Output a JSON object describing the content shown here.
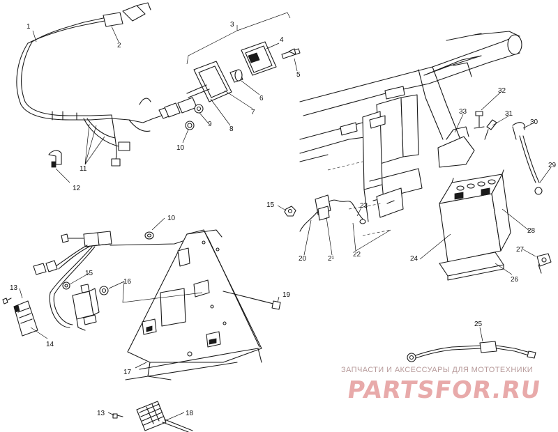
{
  "watermark": {
    "caption": "ЗАПЧАСТИ И АКСЕССУАРЫ ДЛЯ МОТОТЕХНИКИ",
    "logo_text": "PARTSFOR.RU",
    "logo_color": "#e8aaaa"
  },
  "callouts": [
    {
      "id": "c1",
      "label": "1"
    },
    {
      "id": "c2",
      "label": "2"
    },
    {
      "id": "c3",
      "label": "3"
    },
    {
      "id": "c4",
      "label": "4"
    },
    {
      "id": "c5",
      "label": "5"
    },
    {
      "id": "c6",
      "label": "6"
    },
    {
      "id": "c7",
      "label": "7"
    },
    {
      "id": "c8",
      "label": "8"
    },
    {
      "id": "c9",
      "label": "9"
    },
    {
      "id": "c10a",
      "label": "10"
    },
    {
      "id": "c11",
      "label": "11"
    },
    {
      "id": "c12",
      "label": "12"
    },
    {
      "id": "c10b",
      "label": "10"
    },
    {
      "id": "c13a",
      "label": "13"
    },
    {
      "id": "c14",
      "label": "14"
    },
    {
      "id": "c15a",
      "label": "15"
    },
    {
      "id": "c16",
      "label": "16"
    },
    {
      "id": "c17",
      "label": "17"
    },
    {
      "id": "c13b",
      "label": "13"
    },
    {
      "id": "c18",
      "label": "18"
    },
    {
      "id": "c19",
      "label": "19"
    },
    {
      "id": "c15b",
      "label": "15"
    },
    {
      "id": "c20",
      "label": "20"
    },
    {
      "id": "c21",
      "label": "2¹"
    },
    {
      "id": "c22",
      "label": "22"
    },
    {
      "id": "c23",
      "label": "23"
    },
    {
      "id": "c24",
      "label": "24"
    },
    {
      "id": "c25",
      "label": "25"
    },
    {
      "id": "c26",
      "label": "26"
    },
    {
      "id": "c27",
      "label": "27"
    },
    {
      "id": "c28",
      "label": "28"
    },
    {
      "id": "c29",
      "label": "29"
    },
    {
      "id": "c30",
      "label": "30"
    },
    {
      "id": "c31",
      "label": "31"
    },
    {
      "id": "c32",
      "label": "32"
    },
    {
      "id": "c33",
      "label": "33"
    }
  ]
}
